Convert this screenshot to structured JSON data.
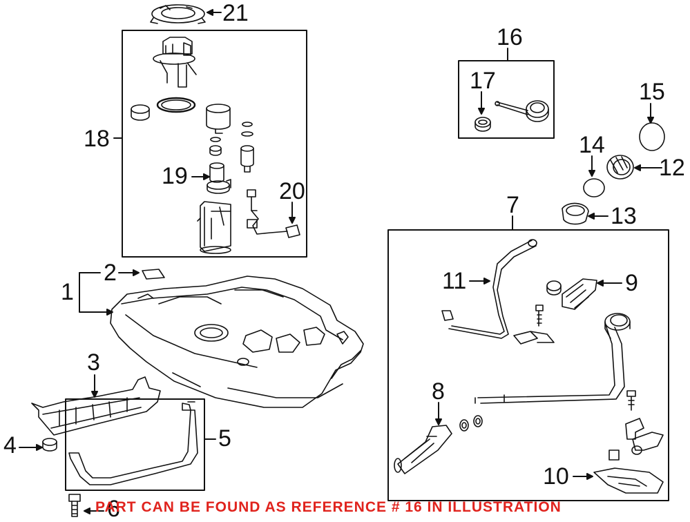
{
  "callouts": [
    "1",
    "2",
    "3",
    "4",
    "5",
    "6",
    "7",
    "8",
    "9",
    "10",
    "11",
    "12",
    "13",
    "14",
    "15",
    "16",
    "17",
    "18",
    "19",
    "20",
    "21"
  ],
  "note": "PART CAN BE FOUND AS REFERENCE # 16 IN ILLUSTRATION",
  "colors": {
    "line": "#111111",
    "note": "#e0231d",
    "background": "#ffffff"
  }
}
